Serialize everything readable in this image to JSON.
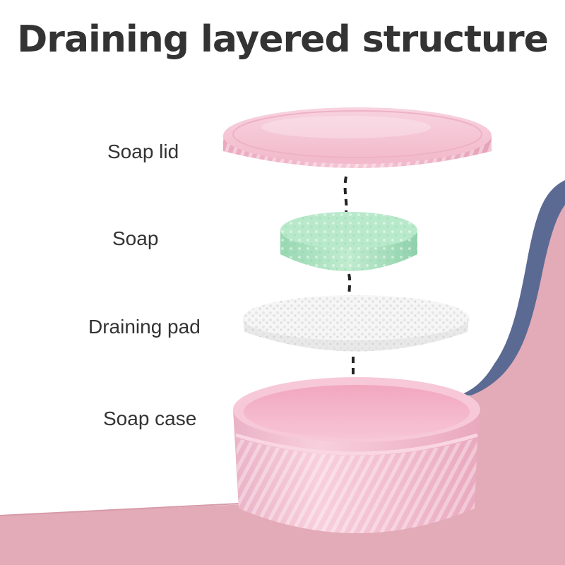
{
  "title": "Draining layered structure",
  "parts": [
    {
      "id": "soap-lid",
      "label": "Soap lid"
    },
    {
      "id": "soap",
      "label": "Soap"
    },
    {
      "id": "draining-pad",
      "label": "Draining pad"
    },
    {
      "id": "soap-case",
      "label": "Soap case"
    }
  ],
  "colors": {
    "background": "#ffffff",
    "floor_pink": "#e3aab7",
    "navy_accent": "#5b6a93",
    "lid_pink": "#f5c3d3",
    "soap_green": "#aee5c2",
    "pad_white": "#f4f4f4",
    "case_pink": "#f4bfd2",
    "text": "#333333"
  }
}
